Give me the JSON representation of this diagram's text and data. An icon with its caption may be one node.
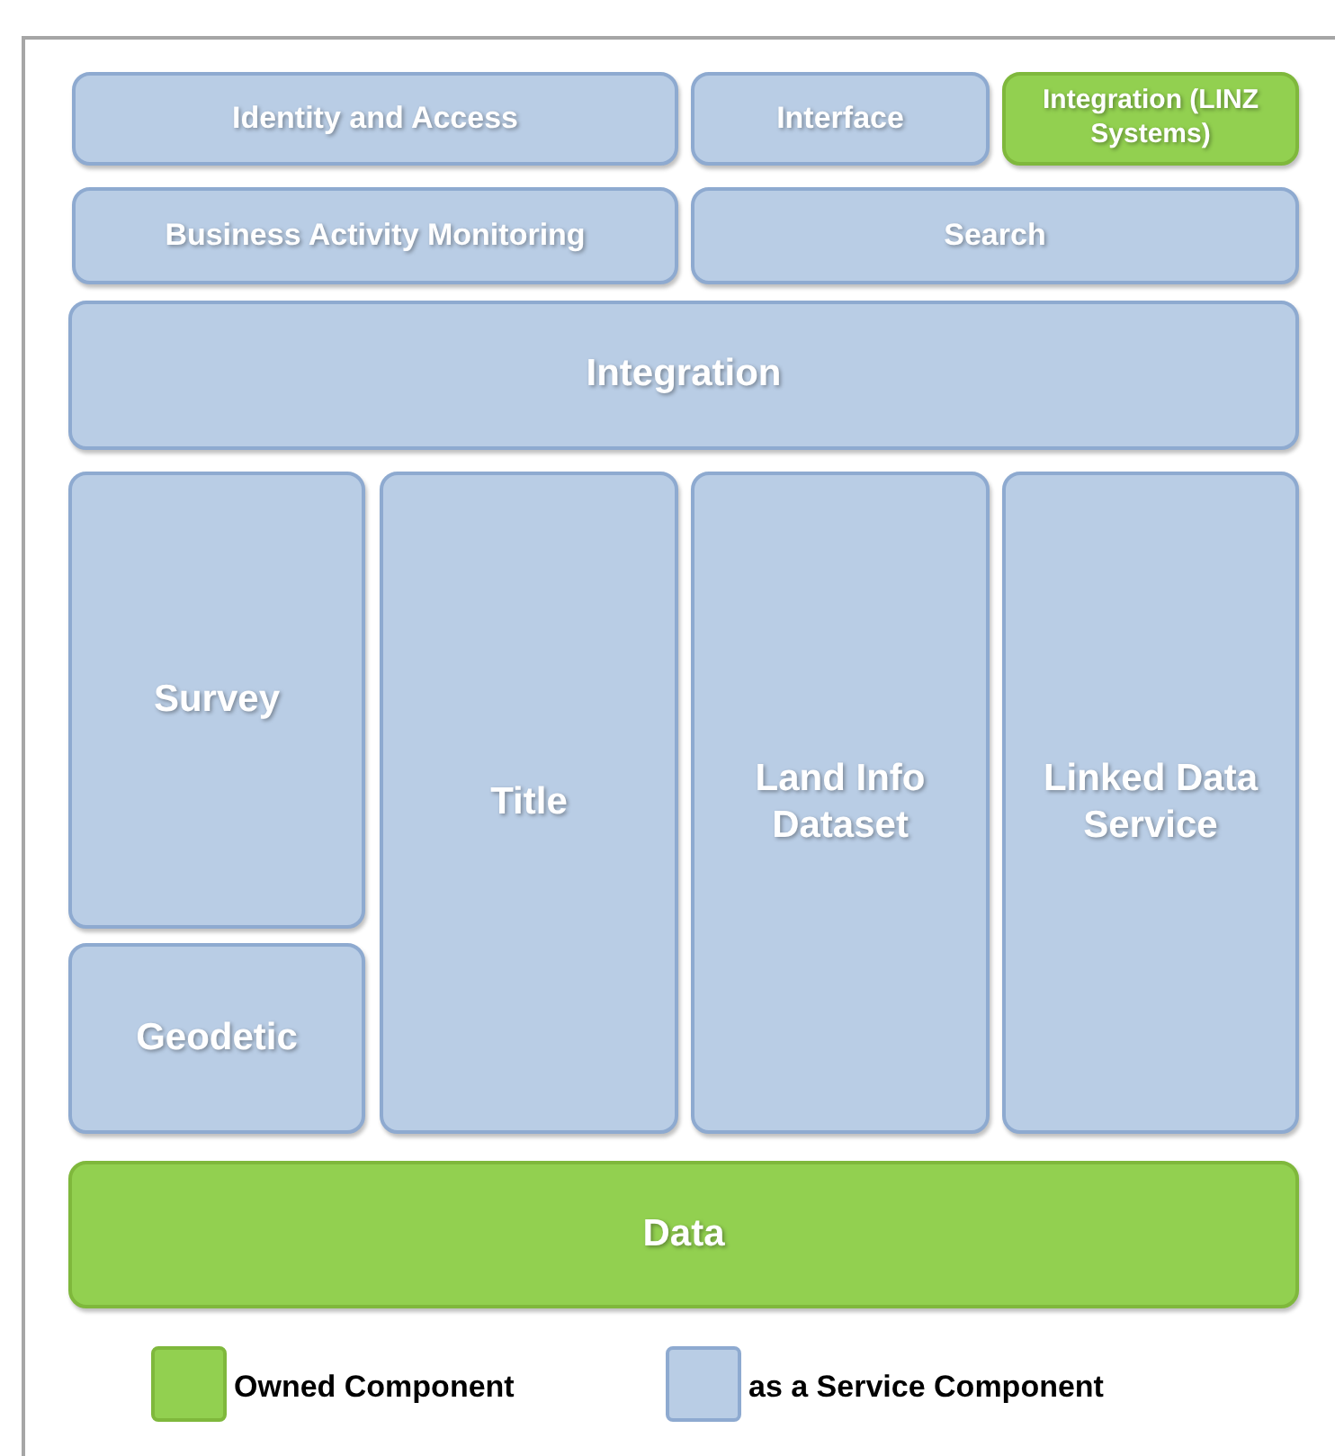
{
  "diagram": {
    "nodes": [
      {
        "text": [
          "Identity and Access"
        ]
      },
      {
        "text": [
          "Interface"
        ]
      },
      {
        "text": [
          "Integration (LINZ Systems)"
        ]
      },
      {
        "text": [
          "Business Activity Monitoring"
        ]
      },
      {
        "text": [
          "Search"
        ]
      },
      {
        "text": [
          "Integration"
        ]
      },
      {
        "text": [
          "Survey"
        ]
      },
      {
        "text": [
          "Geodetic"
        ]
      },
      {
        "text": [
          "Title"
        ]
      },
      {
        "text": [
          "Land Info Dataset"
        ]
      },
      {
        "text": [
          "Linked Data Service"
        ]
      },
      {
        "text": [
          "Data"
        ]
      }
    ],
    "legend": [
      {
        "text": "Owned Component",
        "color": "#92d050"
      },
      {
        "text": "as a Service Component",
        "color": "#b9cde5"
      }
    ]
  }
}
